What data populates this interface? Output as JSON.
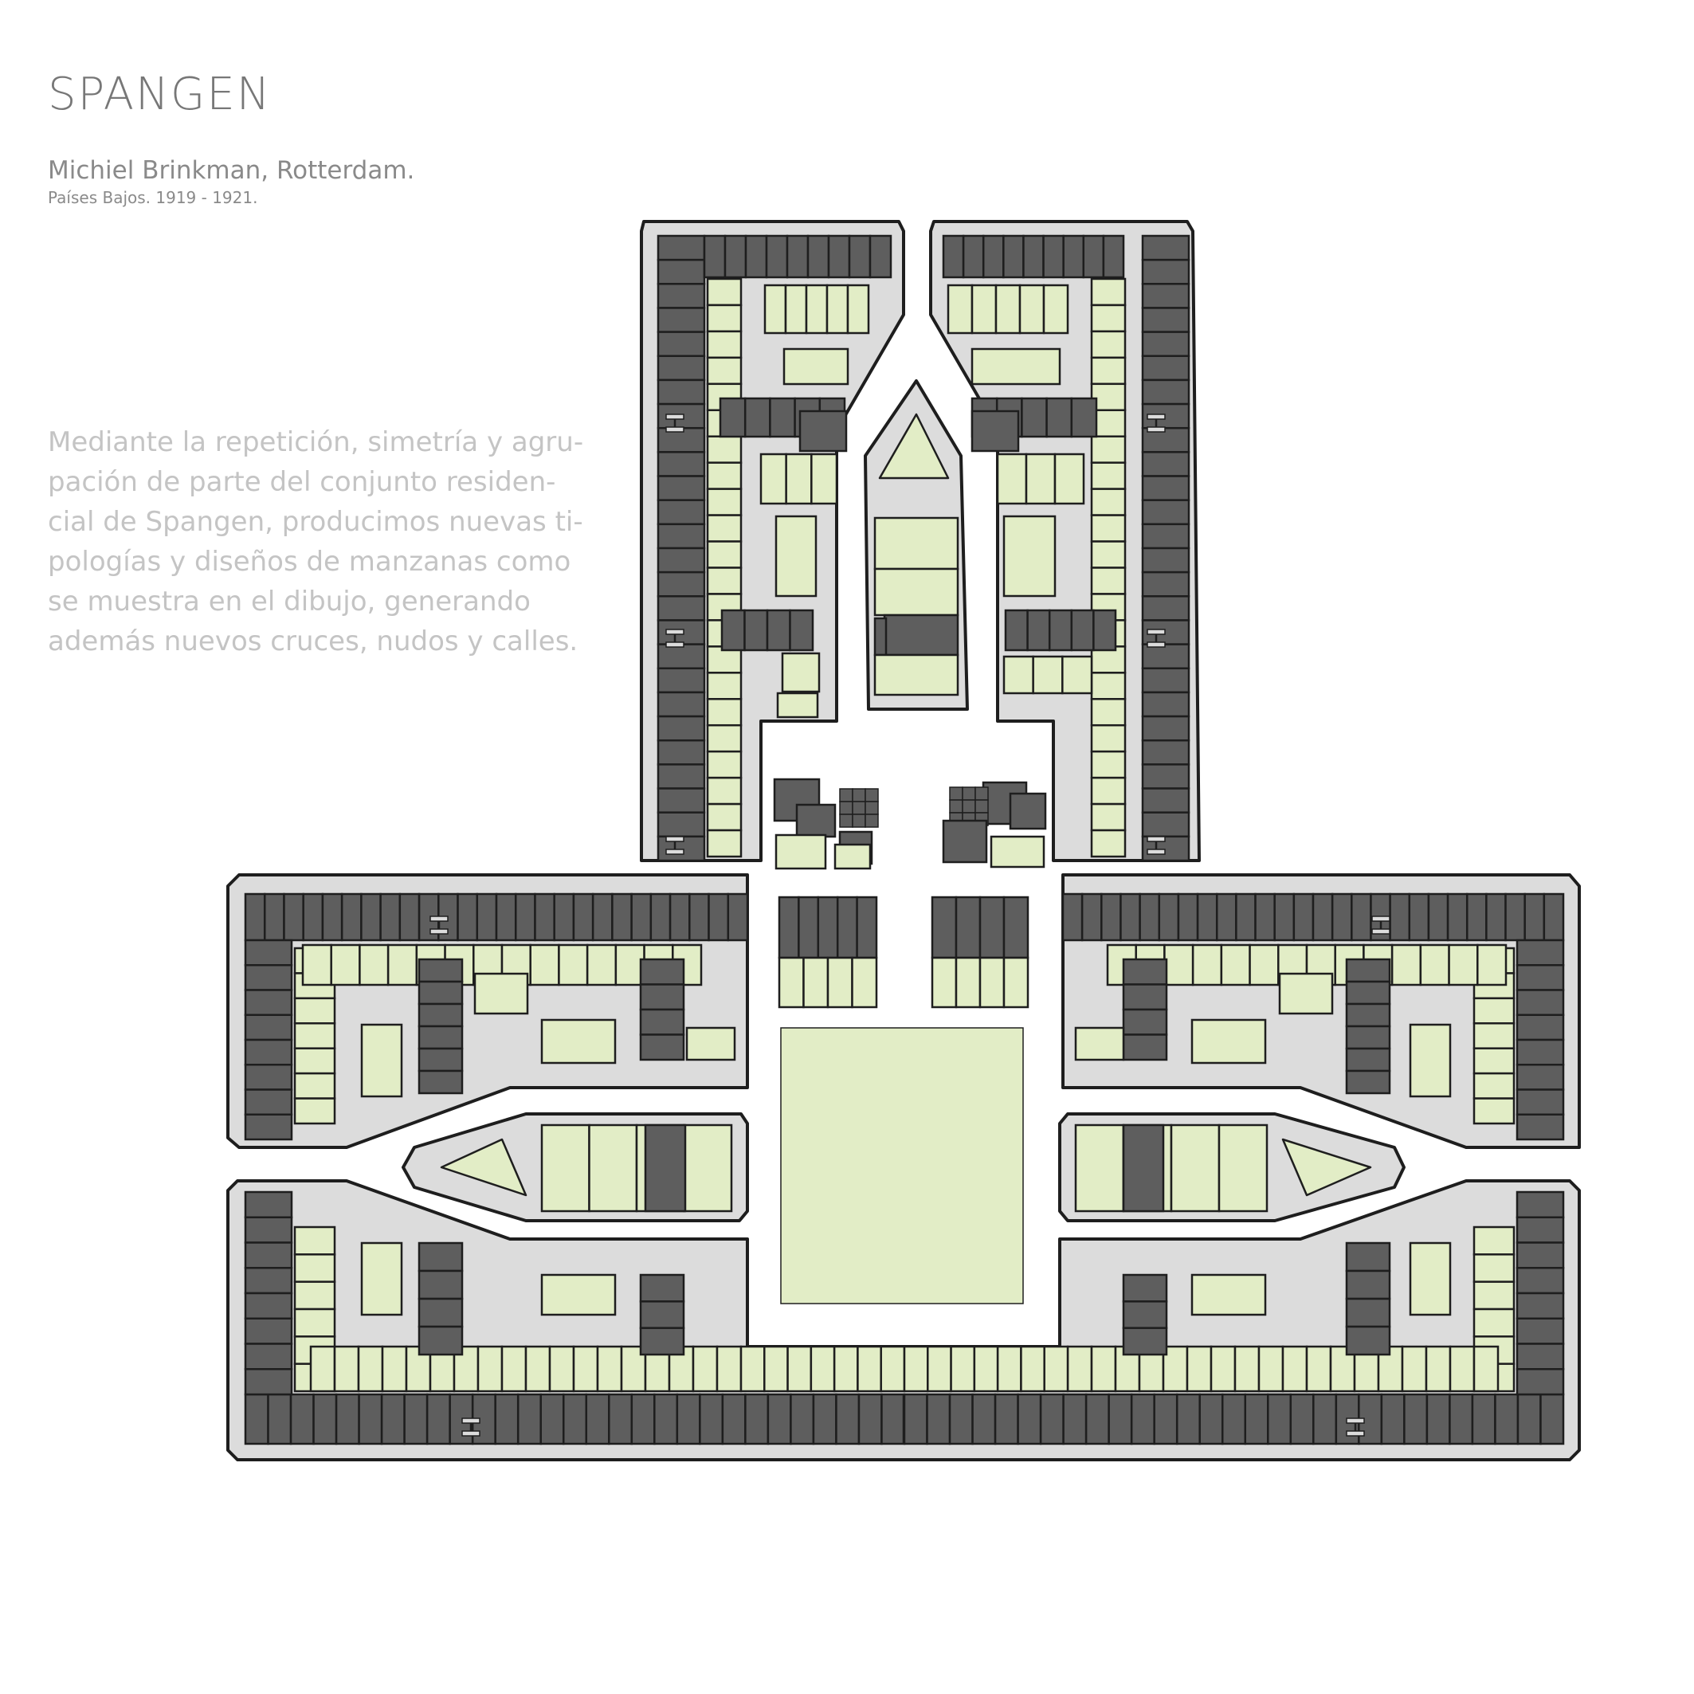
{
  "title": "SPANGEN",
  "author": "Michiel Brinkman, Rotterdam.",
  "place_date": "Países Bajos. 1919 - 1921.",
  "description_lines": [
    "Mediante la repetición, simetría y agru-",
    "pación de parte del conjunto residen-",
    "cial de Spangen, producimos nuevas ti-",
    "pologías y diseños de manzanas como",
    "se muestra en el dibujo, generando",
    "además nuevos cruces, nudos y calles."
  ],
  "colors": {
    "building": "#5e5e5e",
    "garden": "#e2edc6",
    "street": "#dcdcdc",
    "outline": "#1e1e1e",
    "title_text": "#777777",
    "description_text": "#c4c4c4"
  }
}
